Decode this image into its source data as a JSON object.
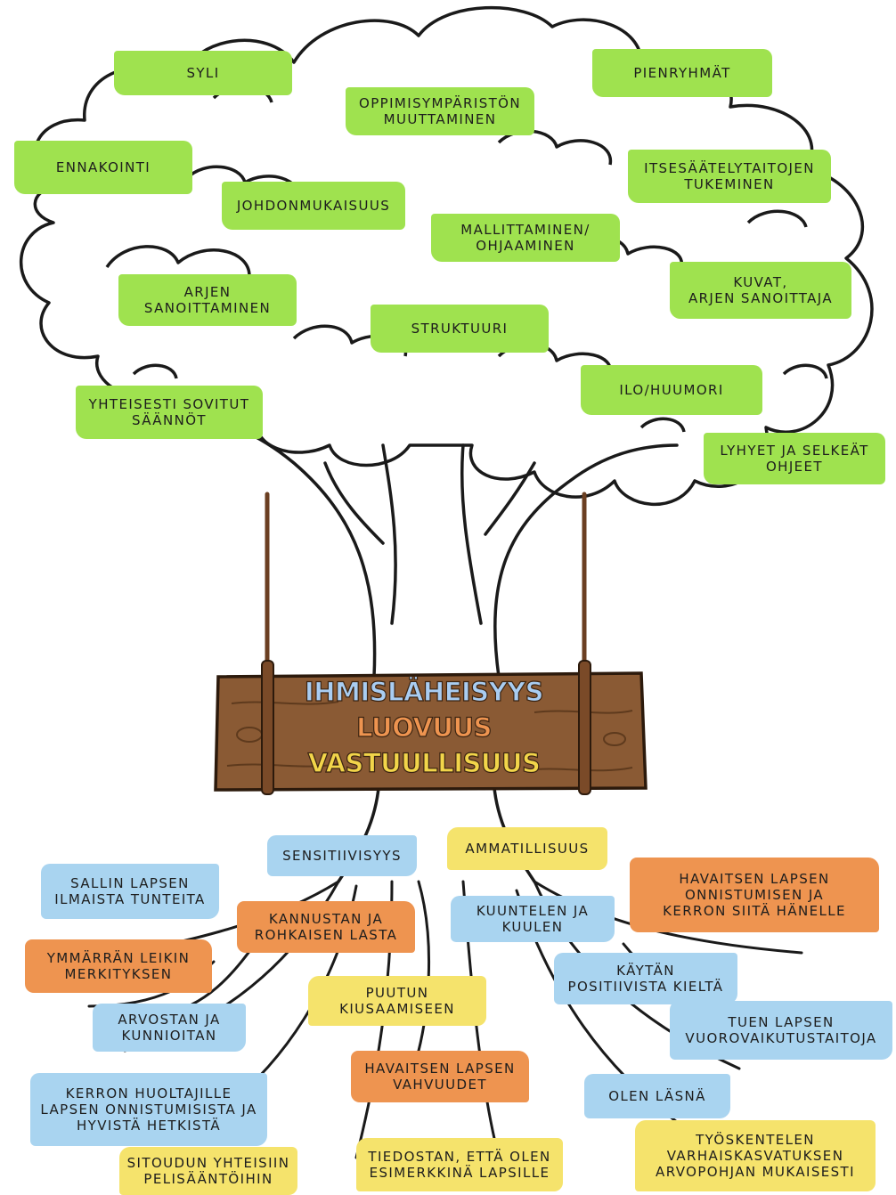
{
  "colors": {
    "leaf_label": "#9fe24f",
    "root_blue": "#a9d4f0",
    "root_orange": "#ee9450",
    "root_yellow": "#f5e36c",
    "sign_wood": "#8a5a34",
    "sign_line_1": "#a9cdf2",
    "sign_line_2": "#ee9450",
    "sign_line_3": "#f2d54a"
  },
  "sign": {
    "line1": "IHMISLÄHEISYYS",
    "line2": "LUOVUUS",
    "line3": "VASTUULLISUUS"
  },
  "crown_labels": {
    "syli": "SYLI",
    "oppimis": "OPPIMISYMPÄRISTÖN\nMUUTTAMINEN",
    "pienryhmat": "PIENRYHMÄT",
    "ennakointi": "ENNAKOINTI",
    "itsesaately": "ITSESÄÄTELYTAITOJEN\nTUKEMINEN",
    "johdon": "JOHDONMUKAISUUS",
    "mallittaminen": "MALLITTAMINEN/\nOHJAAMINEN",
    "arjen_sanoitt": "ARJEN\nSANOITTAMINEN",
    "kuvat": "KUVAT,\nARJEN SANOITTAJA",
    "struktuuri": "STRUKTUURI",
    "ilo": "ILO/HUUMORI",
    "yhteisesti": "YHTEISESTI SOVITUT\nSÄÄNNÖT",
    "lyhyet": "LYHYET JA SELKEÄT\nOHJEET"
  },
  "root_labels": {
    "sensitiivisyys": "SENSITIIVISYYS",
    "ammatillisuus": "AMMATILLISUUS",
    "sallin": "SALLIN LAPSEN\nILMAISTA TUNTEITA",
    "havaitsen_onn": "HAVAITSEN LAPSEN\nONNISTUMISEN JA\nKERRON SIITÄ HÄNELLE",
    "kannustan": "KANNUSTAN JA\nROHKAISEN LASTA",
    "kuuntelen": "KUUNTELEN JA\nKUULEN",
    "ymmarran": "YMMÄRRÄN LEIKIN\nMERKITYKSEN",
    "kaytan": "KÄYTÄN\nPOSITIIVISTA KIELTÄ",
    "puutun": "PUUTUN\nKIUSAAMISEEN",
    "arvostan": "ARVOSTAN JA\nKUNNIOITAN",
    "tuen": "TUEN LAPSEN\nVUOROVAIKUTUSTAITOJA",
    "havaitsen_vahv": "HAVAITSEN LAPSEN\nVAHVUUDET",
    "kerron": "KERRON HUOLTAJILLE\nLAPSEN ONNISTUMISISTA JA\nHYVISTÄ HETKISTÄ",
    "olen": "OLEN LÄSNÄ",
    "sitoudun": "SITOUDUN YHTEISIIN\nPELISÄÄNTÖIHIN",
    "tiedostan": "TIEDOSTAN, ETTÄ OLEN\nESIMERKKINÄ LAPSILLE",
    "tyoskentelen": "TYÖSKENTELEN\nVARHAISKASVATUKSEN\nARVOPOHJAN MUKAISESTI"
  }
}
